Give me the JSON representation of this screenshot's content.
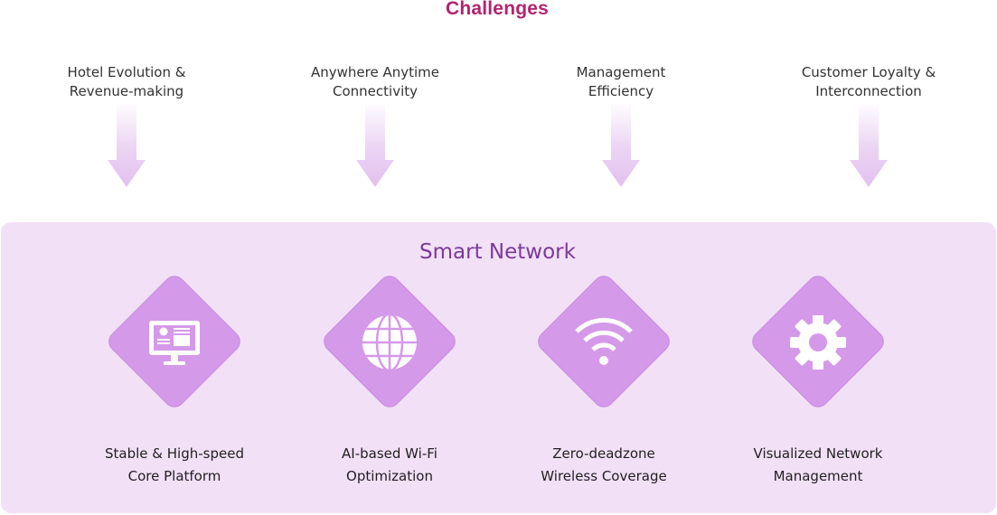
{
  "title": "Challenges",
  "colors": {
    "title": "#b5226f",
    "panel_background": "#f2e0f7",
    "panel_title": "#7b3a98",
    "diamond": "#d599e9",
    "arrow": "#e4c4ef",
    "icon": "#ffffff"
  },
  "challenges": [
    {
      "line1": "Hotel Evolution &",
      "line2": "Revenue-making"
    },
    {
      "line1": "Anywhere Anytime",
      "line2": "Connectivity"
    },
    {
      "line1": "Management",
      "line2": "Efficiency"
    },
    {
      "line1": "Customer Loyalty &",
      "line2": "Interconnection"
    }
  ],
  "panel": {
    "title": "Smart Network",
    "features": [
      {
        "icon": "monitor-icon",
        "line1": "Stable & High-speed",
        "line2": "Core Platform"
      },
      {
        "icon": "globe-icon",
        "line1": "AI-based Wi-Fi",
        "line2": "Optimization"
      },
      {
        "icon": "wifi-icon",
        "line1": "Zero-deadzone",
        "line2": "Wireless Coverage"
      },
      {
        "icon": "gear-icon",
        "line1": "Visualized Network",
        "line2": "Management"
      }
    ]
  }
}
